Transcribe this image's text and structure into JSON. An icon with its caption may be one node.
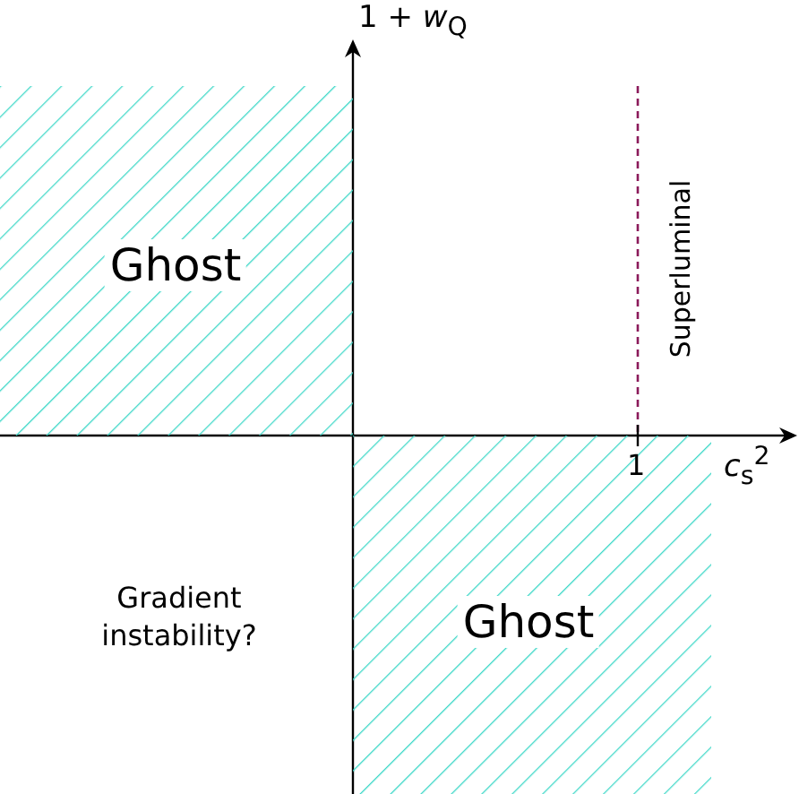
{
  "diagram": {
    "nodes": [
      {
        "text": [
          "Ghost"
        ]
      },
      {
        "text": [
          "Ghost"
        ]
      }
    ],
    "labels": [
      "1 + *w*$_{Q}$",
      "*c*$_{s}$$^{2}$",
      "1",
      "Superluminal",
      "Gradient instability?"
    ]
  }
}
